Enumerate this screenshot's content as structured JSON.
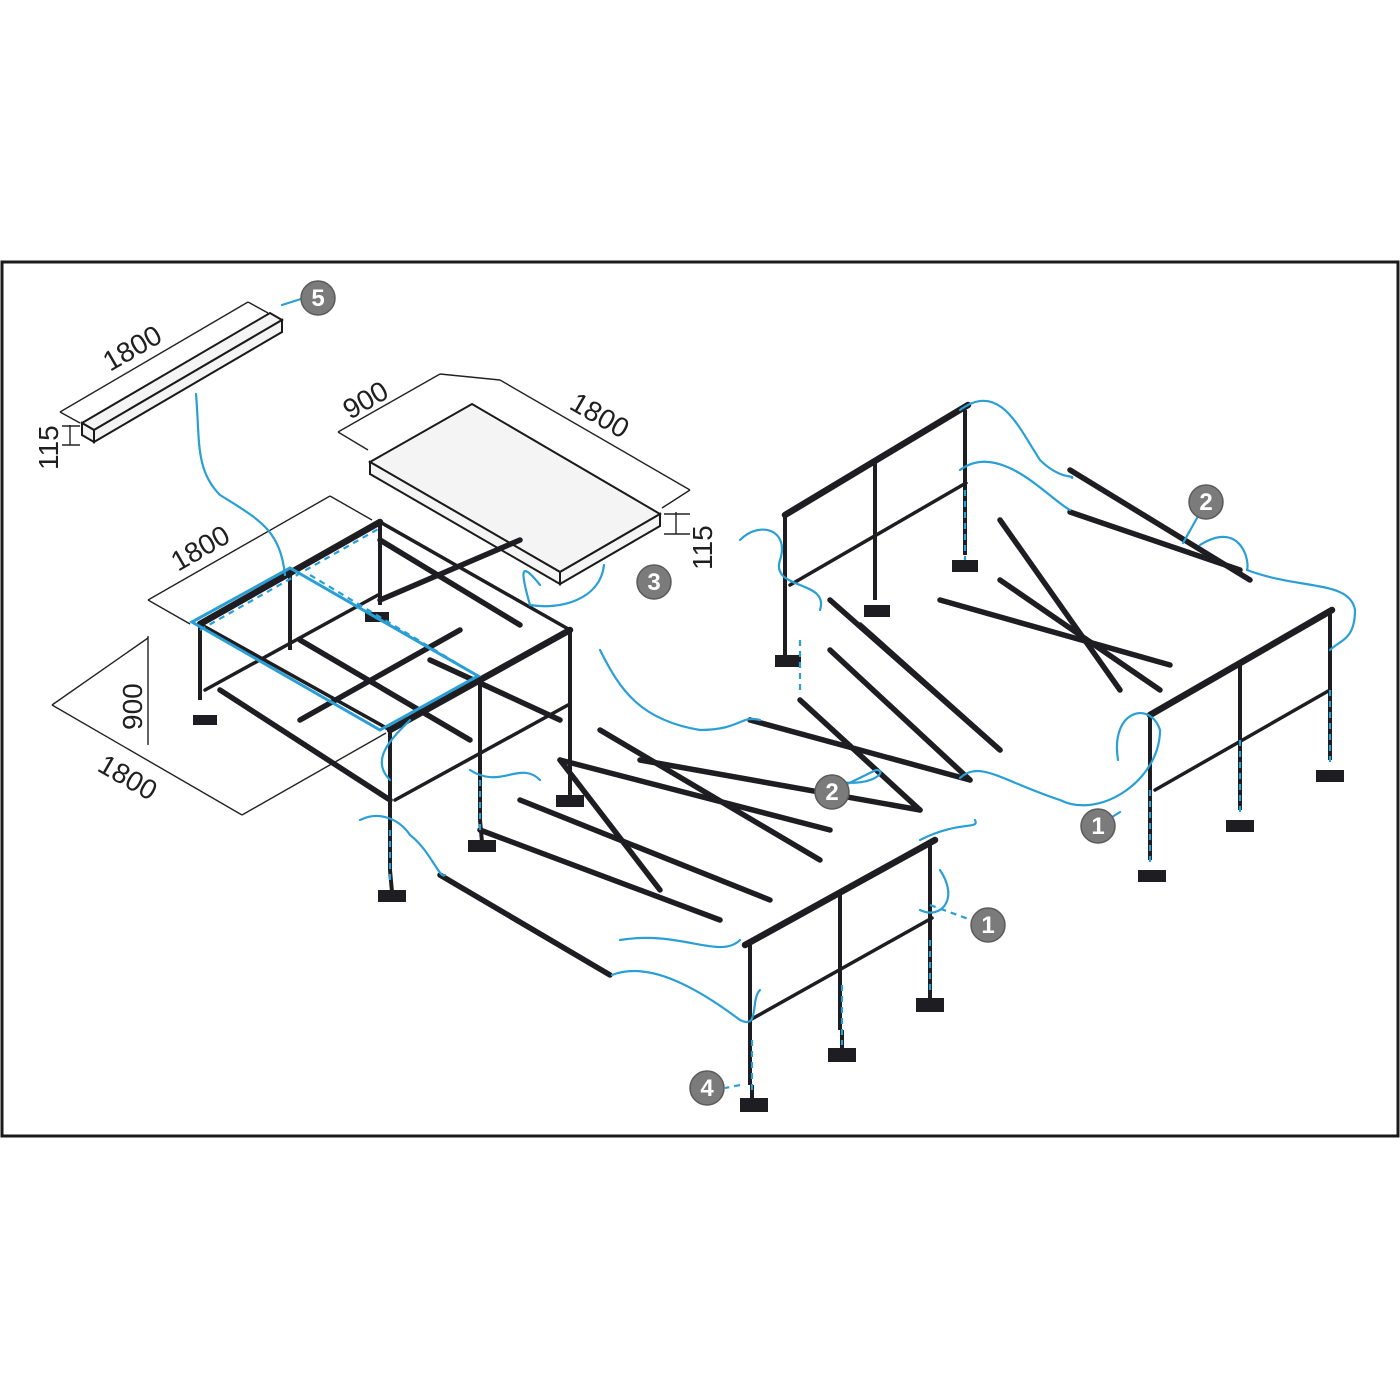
{
  "dimensions": {
    "beam_length": "1800",
    "beam_height": "115",
    "deck_width": "900",
    "deck_length": "1800",
    "deck_thickness": "115",
    "frame_length": "1800",
    "footprint_width": "900",
    "footprint_length": "1800"
  },
  "callouts": [
    "5",
    "3",
    "2",
    "1",
    "2",
    "1",
    "4"
  ],
  "colors": {
    "guide": "#2a9fd6",
    "frame": "#1e1e22",
    "callout": "#7b7b7b"
  }
}
